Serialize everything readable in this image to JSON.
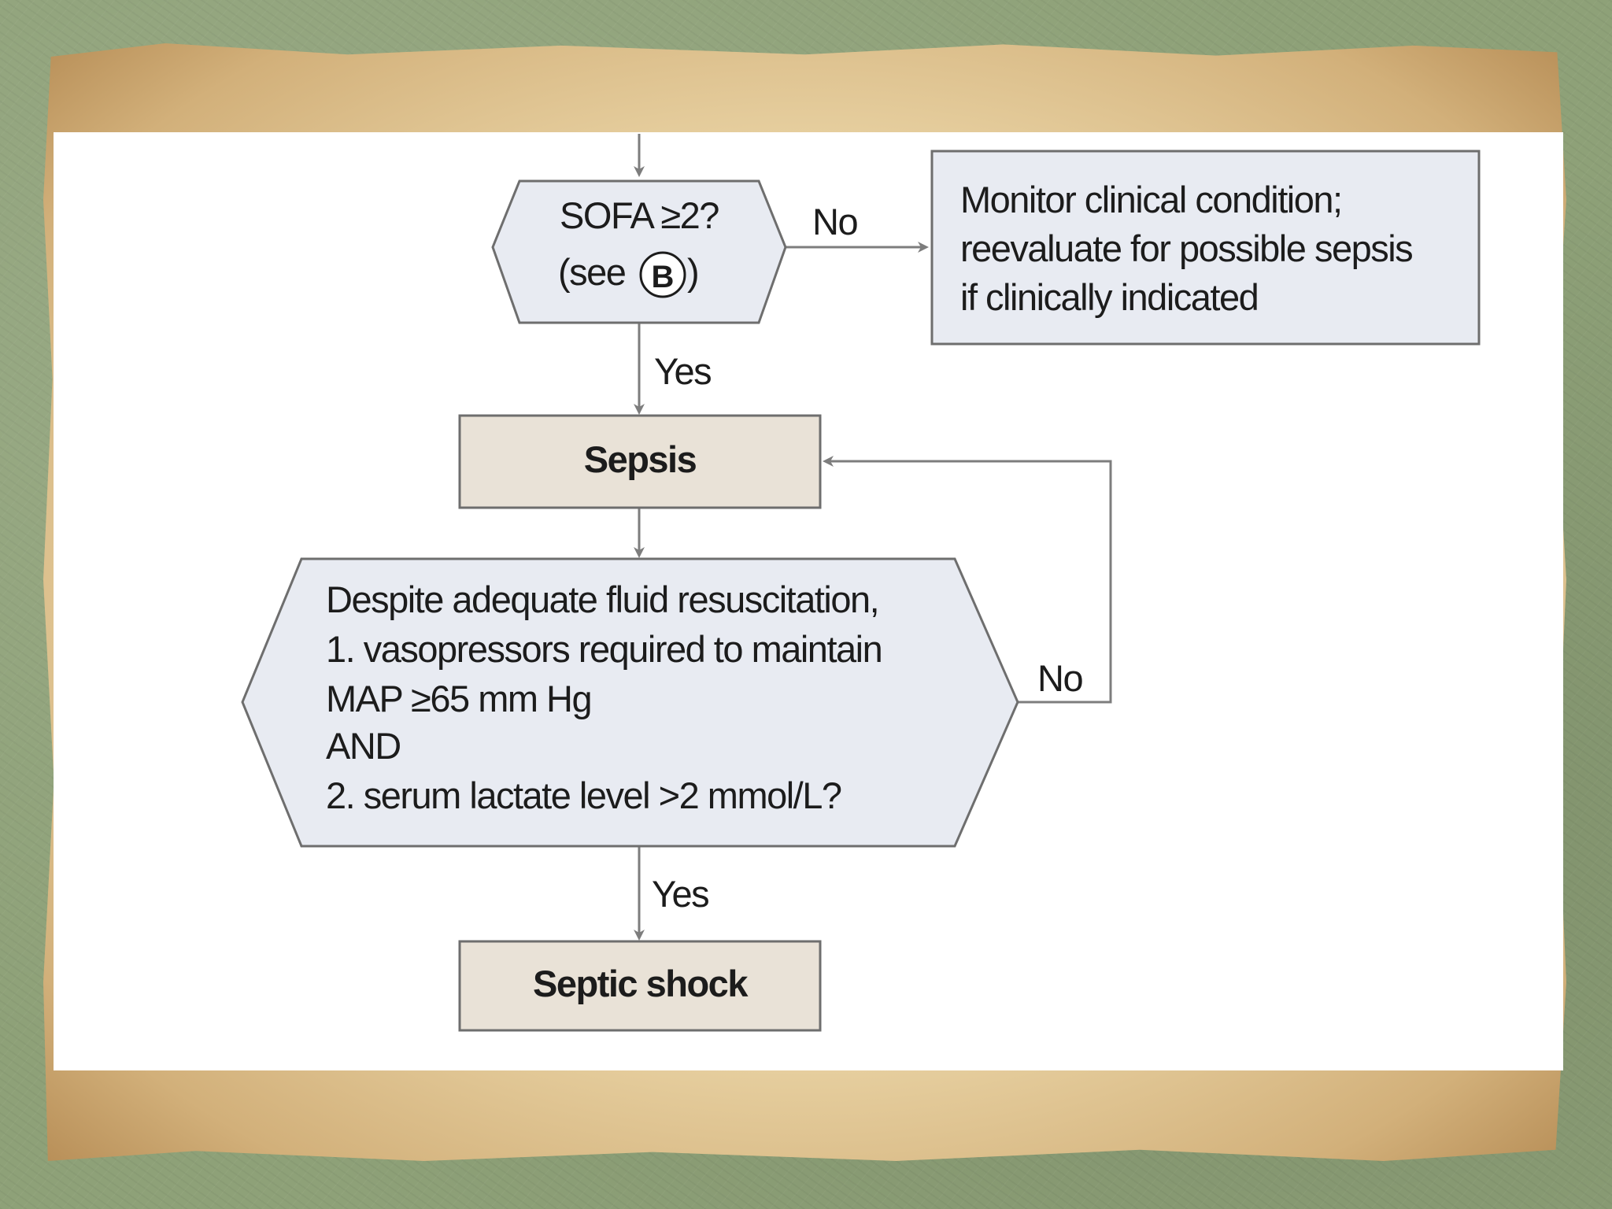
{
  "diagram": {
    "node_sofa": {
      "line1": "SOFA ≥2?",
      "line2_prefix": "(see",
      "line2_circle": "B",
      "line2_suffix": ")"
    },
    "node_monitor": {
      "lines": [
        "Monitor clinical condition;",
        "reevaluate for possible sepsis",
        "if clinically indicated"
      ]
    },
    "node_sepsis": {
      "label": "Sepsis"
    },
    "node_criteria": {
      "lines": [
        "Despite adequate fluid resuscitation,",
        "1. vasopressors required to maintain",
        "MAP ≥65 mm Hg",
        "AND",
        "2. serum lactate level >2 mmol/L?"
      ]
    },
    "node_septic_shock": {
      "label": "Septic shock"
    },
    "edge_labels": {
      "sofa_no": "No",
      "sofa_yes": "Yes",
      "criteria_no": "No",
      "criteria_yes": "Yes"
    },
    "colors": {
      "decision_fill": "#e8ebf2",
      "outcome_fill": "#e9e2d7",
      "line": "#7d7d7d"
    }
  }
}
